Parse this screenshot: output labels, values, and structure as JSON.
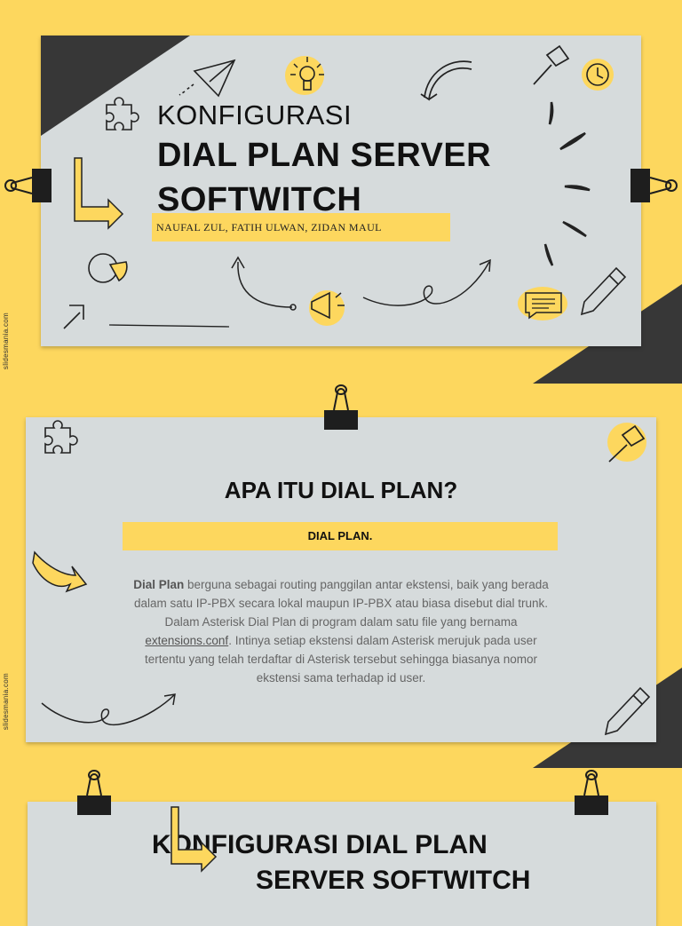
{
  "watermark": "slidesmania.com",
  "slide1": {
    "title_line1": "KONFIGURASI",
    "title_line2": "DIAL PLAN SERVER SOFTWITCH",
    "authors": "NAUFAL ZUL, FATIH ULWAN, ZIDAN MAUL"
  },
  "slide2": {
    "title": "APA ITU DIAL PLAN?",
    "subtitle": "DIAL PLAN.",
    "body_bold": "Dial Plan",
    "body_part1": " berguna sebagai routing panggilan antar ekstensi, baik yang berada dalam satu IP-PBX secara lokal maupun IP-PBX atau biasa disebut dial trunk. Dalam Asterisk Dial Plan di program dalam satu file yang bernama ",
    "body_link": "extensions.conf",
    "body_part2": ". Intinya setiap ekstensi dalam Asterisk merujuk pada user tertentu yang telah terdaftar di Asterisk tersebut sehingga biasanya nomor ekstensi sama terhadap id user."
  },
  "slide3": {
    "title_line1": "KONFIGURASI DIAL PLAN",
    "title_line2": "SERVER SOFTWITCH"
  },
  "colors": {
    "background": "#FDD75E",
    "slide": "#D6DBDC",
    "dark": "#373737",
    "accent": "#FDD75E"
  }
}
